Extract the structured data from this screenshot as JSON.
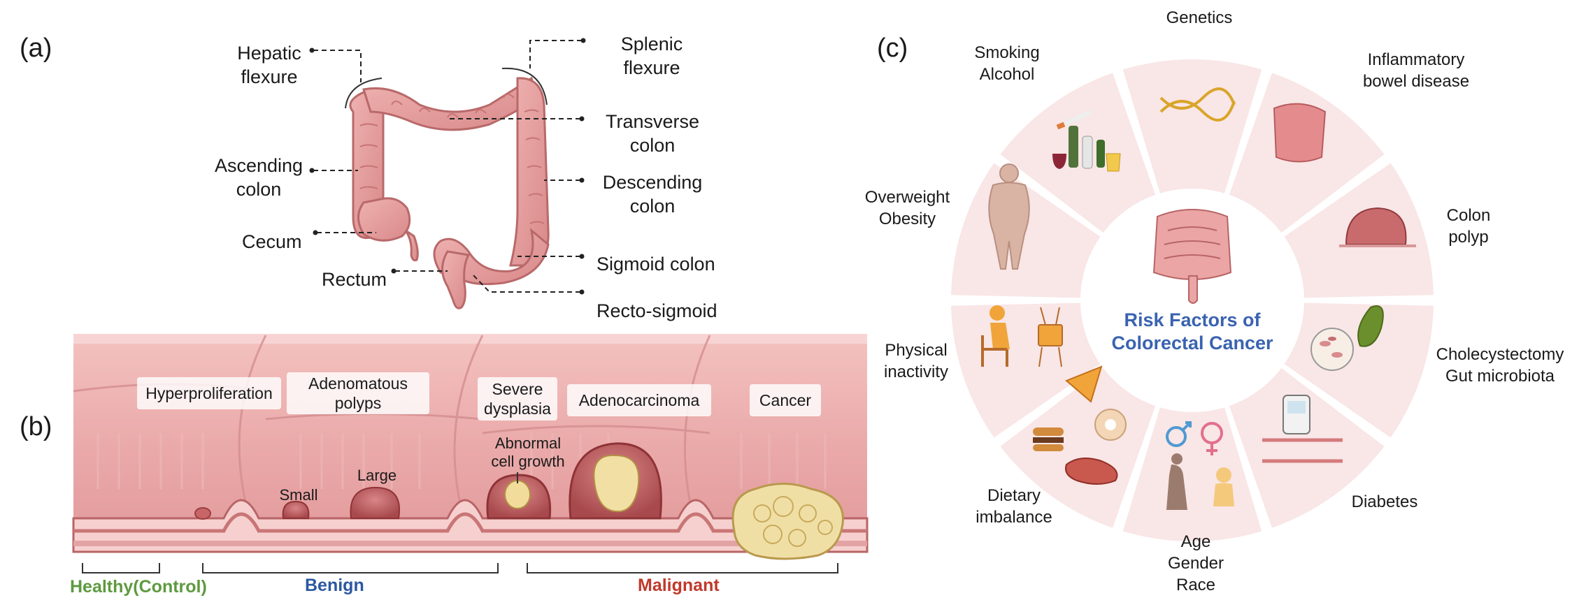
{
  "panels": {
    "a": {
      "label": "(a)",
      "parts": [
        {
          "id": "hepatic",
          "text": "Hepatic\nflexure"
        },
        {
          "id": "ascending",
          "text": "Ascending\ncolon"
        },
        {
          "id": "cecum",
          "text": "Cecum"
        },
        {
          "id": "rectum",
          "text": "Rectum"
        },
        {
          "id": "splenic",
          "text": "Splenic\nflexure"
        },
        {
          "id": "transverse",
          "text": "Transverse\ncolon"
        },
        {
          "id": "descending",
          "text": "Descending\ncolon"
        },
        {
          "id": "sigmoid",
          "text": "Sigmoid colon"
        },
        {
          "id": "rectosigmoid",
          "text": "Recto-sigmoid"
        }
      ]
    },
    "b": {
      "label": "(b)",
      "stages": [
        {
          "id": "hyper",
          "text": "Hyperproliferation"
        },
        {
          "id": "adeno-polyps",
          "text": "Adenomatous\npolyps"
        },
        {
          "id": "severe",
          "text": "Severe\ndysplasia"
        },
        {
          "id": "adenocarcinoma",
          "text": "Adenocarcinoma"
        },
        {
          "id": "cancer",
          "text": "Cancer"
        }
      ],
      "annotations": {
        "small": "Small",
        "large": "Large",
        "abnormal": "Abnormal\ncell growth"
      },
      "categories": {
        "healthy": "Healthy(Control)",
        "benign": "Benign",
        "malignant": "Malignant"
      }
    },
    "c": {
      "label": "(c)",
      "title": "Risk Factors of\nColorectal Cancer",
      "factors": [
        {
          "id": "genetics",
          "text": "Genetics"
        },
        {
          "id": "ibd",
          "text": "Inflammatory\nbowel disease"
        },
        {
          "id": "polyp",
          "text": "Colon\npolyp"
        },
        {
          "id": "chole",
          "text": "Cholecystectomy\nGut microbiota"
        },
        {
          "id": "diabetes",
          "text": "Diabetes"
        },
        {
          "id": "age",
          "text": "Age\nGender\nRace"
        },
        {
          "id": "diet",
          "text": "Dietary\nimbalance"
        },
        {
          "id": "physical",
          "text": "Physical\ninactivity"
        },
        {
          "id": "obesity",
          "text": "Overweight\nObesity"
        },
        {
          "id": "smoking",
          "text": "Smoking\nAlcohol"
        }
      ]
    }
  },
  "colors": {
    "tissue": "#e8a7a6",
    "tissue_dark": "#b45a5c",
    "wheel_segment": "#f9e6e6",
    "benign": "#2c58a0",
    "malignant": "#c0392b",
    "healthy": "#5d9a3f",
    "title_blue": "#3a63b0"
  }
}
